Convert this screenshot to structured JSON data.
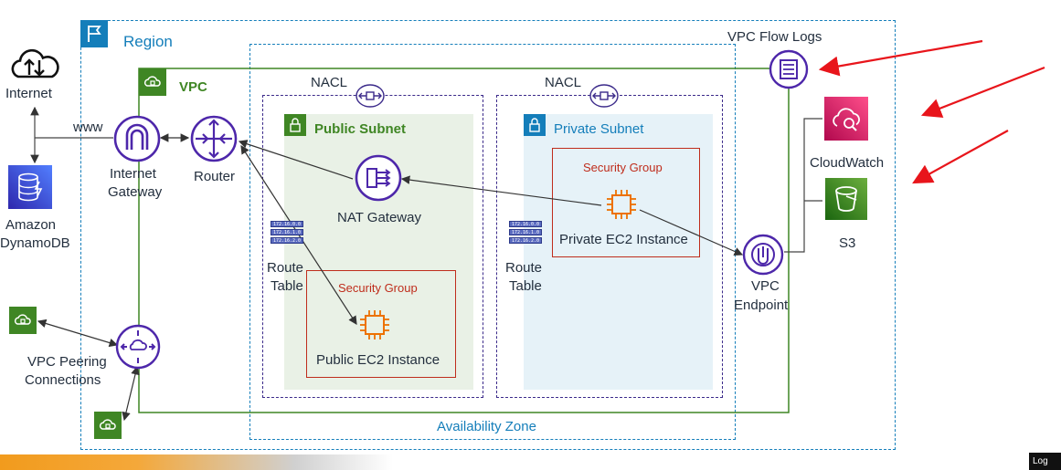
{
  "colors": {
    "region_border": "#147eba",
    "vpc_green": "#3f8624",
    "nacl_purple": "#3b2a8a",
    "public_subnet_bg": "#e9f1e6",
    "private_subnet_bg": "#e6f2f8",
    "security_group_red": "#bf2d1c",
    "icon_purple": "#4d27aa",
    "cloudwatch_pink": "#e7157b",
    "s3_green": "#3f8624",
    "dynamodb_blue": "#3b48cc",
    "arrow_red": "#e8151b"
  },
  "labels": {
    "region": "Region",
    "vpc": "VPC",
    "nacl_left": "NACL",
    "nacl_right": "NACL",
    "public_subnet": "Public Subnet",
    "private_subnet": "Private Subnet",
    "availability_zone": "Availability Zone",
    "vpc_flow_logs": "VPC Flow Logs",
    "internet": "Internet",
    "www": "www",
    "internet_gateway_1": "Internet",
    "internet_gateway_2": "Gateway",
    "router": "Router",
    "dynamodb_1": "Amazon",
    "dynamodb_2": "DynamoDB",
    "nat_gateway": "NAT Gateway",
    "route_table_left_1": "Route",
    "route_table_left_2": "Table",
    "route_table_right_1": "Route",
    "route_table_right_2": "Table",
    "security_group_public": "Security Group",
    "security_group_private": "Security Group",
    "public_ec2": "Public EC2 Instance",
    "private_ec2": "Private EC2 Instance",
    "vpc_endpoint_1": "VPC",
    "vpc_endpoint_2": "Endpoint",
    "cloudwatch": "CloudWatch",
    "s3": "S3",
    "vpc_peering_1": "VPC Peering",
    "vpc_peering_2": "Connections",
    "log_badge": "Log"
  },
  "route_table_rows": [
    "172.16.0.0",
    "172.16.1.0",
    "172.16.2.0"
  ],
  "icons": {
    "internet": "cloud-updown-icon",
    "internet_gateway": "internet-gateway-icon",
    "router": "router-icon",
    "dynamodb": "dynamodb-icon",
    "nat_gateway": "nat-gateway-icon",
    "ec2": "ec2-chip-icon",
    "vpc_endpoint": "vpc-endpoint-icon",
    "flow_logs": "flow-logs-icon",
    "cloudwatch": "cloudwatch-icon",
    "s3": "s3-bucket-icon",
    "peering": "peering-icon",
    "nacl": "nacl-icon",
    "lock": "lock-icon",
    "flag": "flag-icon"
  }
}
